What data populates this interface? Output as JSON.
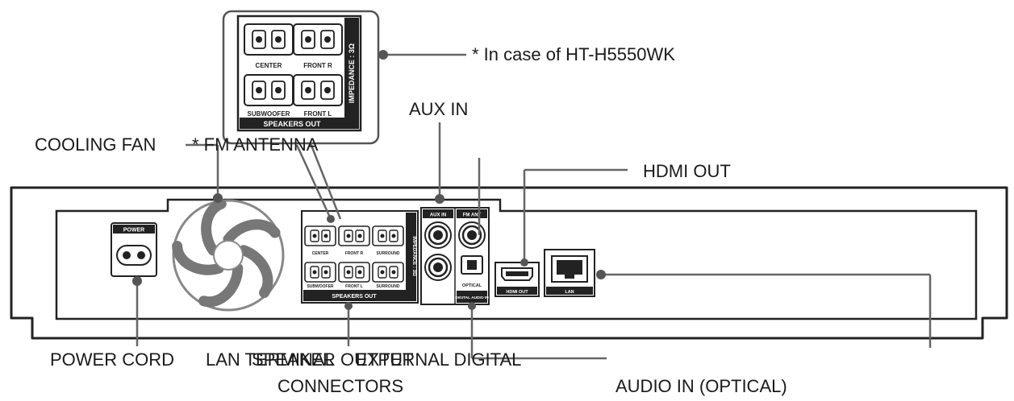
{
  "callouts": {
    "variant_note": "* In case of HT-H5550WK",
    "aux_in": "AUX IN",
    "cooling_fan": "COOLING FAN",
    "fm_antenna": "* FM ANTENNA",
    "hdmi_out": "HDMI OUT",
    "power_cord": "POWER CORD",
    "lan_terminal": "LAN TERMINAL",
    "speaker_output": "SPEAKER OUTPUT",
    "external_digital": "EXTERNAL DIGITAL",
    "connectors": "CONNECTORS",
    "audio_in_optical": "AUDIO IN (OPTICAL)"
  },
  "panel": {
    "power": "POWER",
    "speakers_out": "SPEAKERS OUT",
    "impedance": "IMPEDANCE : 3Ω",
    "aux_in": "AUX IN",
    "fm_ant": "FM ANT",
    "optical": "OPTICAL",
    "digital_audio_in": "DIGITAL AUDIO IN",
    "hdmi_out": "HDMI OUT",
    "lan": "LAN",
    "terminals": [
      "CENTER",
      "FRONT R",
      "SURROUND",
      "SUBWOOFER",
      "FRONT L",
      "SURROUND"
    ]
  },
  "inset": {
    "speakers_out": "SPEAKERS OUT",
    "impedance": "IMPEDANCE : 3Ω",
    "terminals": [
      "CENTER",
      "FRONT R",
      "SUBWOOFER",
      "FRONT L"
    ]
  }
}
